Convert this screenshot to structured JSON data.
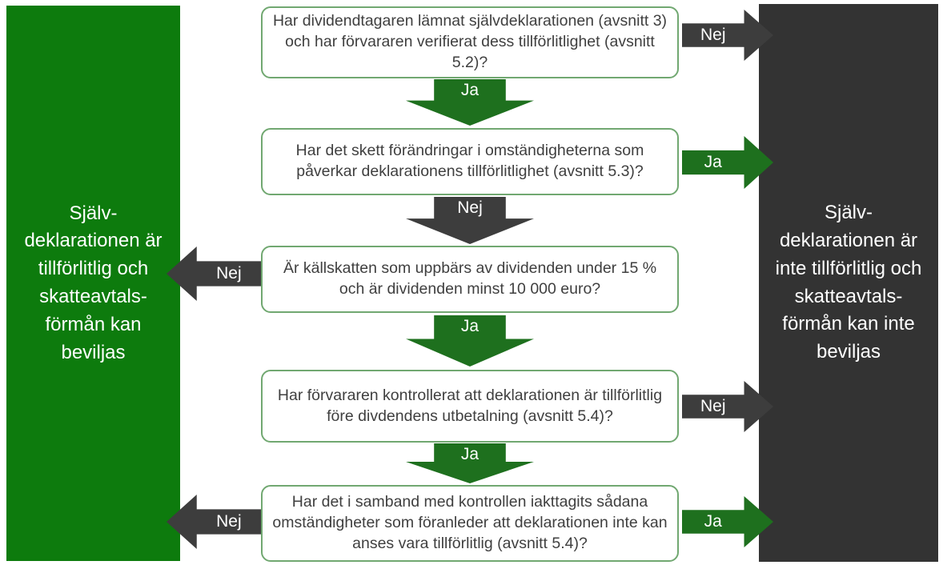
{
  "colors": {
    "green_panel": "#0d7b0d",
    "dark_panel": "#333333",
    "green_arrow": "#1e701e",
    "dark_arrow": "#3d3d3d",
    "box_border": "#71a871",
    "box_text": "#3f3f3f"
  },
  "panels": {
    "left": {
      "text": "Själv-\ndeklarationen är\ntillförlitlig och\nskatteavtals-\nförmån kan\nbeviljas"
    },
    "right": {
      "text": "Själv-\ndeklarationen är\ninte tillförlitlig och\nskatteavtals-\nförmån kan inte\nbeviljas"
    }
  },
  "boxes": [
    {
      "text": "Har dividendtagaren lämnat självdeklarationen (avsnitt 3) och har förvararen verifierat dess tillförlitlighet (avsnitt 5.2)?"
    },
    {
      "text": "Har det skett förändringar i omständigheterna som påverkar deklarationens tillförlitlighet (avsnitt 5.3)?"
    },
    {
      "text": "Är källskatten som uppbärs av dividenden under 15 % och är dividenden minst 10 000 euro?"
    },
    {
      "text": "Har förvararen kontrollerat att deklarationen är tillförlitlig före divdendens utbetalning (avsnitt 5.4)?"
    },
    {
      "text": "Har det i samband med kontrollen iakttagits sådana omständigheter som föranleder att deklarationen inte kan anses vara tillförlitlig (avsnitt 5.4)?"
    }
  ],
  "arrows": {
    "box1_no": {
      "label": "Nej",
      "direction": "right"
    },
    "box1_yes": {
      "label": "Ja",
      "direction": "down"
    },
    "box2_yes": {
      "label": "Ja",
      "direction": "right"
    },
    "box2_no": {
      "label": "Nej",
      "direction": "down"
    },
    "box3_no": {
      "label": "Nej",
      "direction": "left"
    },
    "box3_yes": {
      "label": "Ja",
      "direction": "down"
    },
    "box4_no": {
      "label": "Nej",
      "direction": "right"
    },
    "box4_yes": {
      "label": "Ja",
      "direction": "down"
    },
    "box5_no": {
      "label": "Nej",
      "direction": "left"
    },
    "box5_yes": {
      "label": "Ja",
      "direction": "right"
    }
  }
}
